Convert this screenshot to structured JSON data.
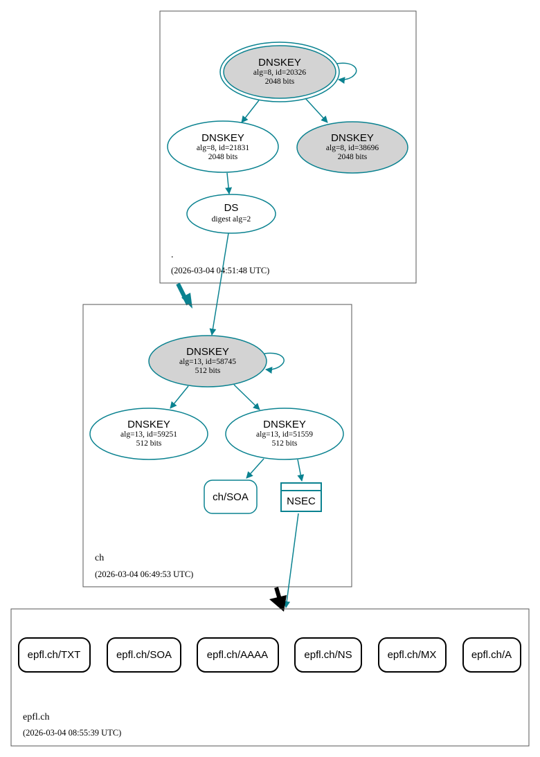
{
  "zones": {
    "root": {
      "name": ".",
      "timestamp": "(2026-03-04 04:51:48 UTC)"
    },
    "ch": {
      "name": "ch",
      "timestamp": "(2026-03-04 06:49:53 UTC)"
    },
    "epfl": {
      "name": "epfl.ch",
      "timestamp": "(2026-03-04 08:55:39 UTC)"
    }
  },
  "nodes": {
    "root_ksk": {
      "title": "DNSKEY",
      "line1": "alg=8, id=20326",
      "line2": "2048 bits"
    },
    "root_zsk1": {
      "title": "DNSKEY",
      "line1": "alg=8, id=21831",
      "line2": "2048 bits"
    },
    "root_zsk2": {
      "title": "DNSKEY",
      "line1": "alg=8, id=38696",
      "line2": "2048 bits"
    },
    "ch_ds": {
      "title": "DS",
      "line1": "digest alg=2"
    },
    "ch_ksk": {
      "title": "DNSKEY",
      "line1": "alg=13, id=58745",
      "line2": "512 bits"
    },
    "ch_zsk1": {
      "title": "DNSKEY",
      "line1": "alg=13, id=59251",
      "line2": "512 bits"
    },
    "ch_zsk2": {
      "title": "DNSKEY",
      "line1": "alg=13, id=51559",
      "line2": "512 bits"
    },
    "ch_soa": {
      "title": "ch/SOA"
    },
    "ch_nsec": {
      "title": "NSEC"
    }
  },
  "records": [
    "epfl.ch/TXT",
    "epfl.ch/SOA",
    "epfl.ch/AAAA",
    "epfl.ch/NS",
    "epfl.ch/MX",
    "epfl.ch/A"
  ],
  "colors": {
    "edge": "#0a8290",
    "secure_entry_fill": "#d3d3d3",
    "delegation_insecure": "#000000"
  }
}
